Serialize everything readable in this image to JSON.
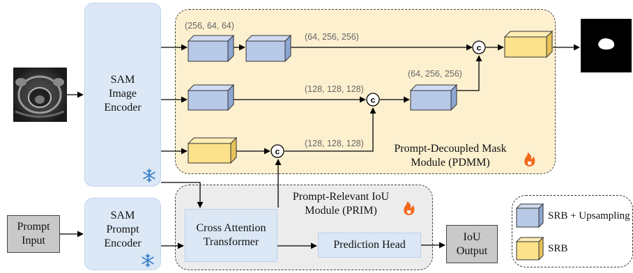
{
  "sam_image_encoder": {
    "line1": "SAM",
    "line2": "Image",
    "line3": "Encoder"
  },
  "sam_prompt_encoder": {
    "line1": "SAM",
    "line2": "Prompt",
    "line3": "Encoder"
  },
  "prompt_input": {
    "line1": "Prompt",
    "line2": "Input"
  },
  "cross_attention": {
    "line1": "Cross Attention",
    "line2": "Transformer"
  },
  "prediction_head": {
    "label": "Prediction Head"
  },
  "iou_output": {
    "line1": "IoU",
    "line2": "Output"
  },
  "pdmm": {
    "line1": "Prompt-Decoupled Mask",
    "line2": "Module (PDMM)"
  },
  "prim": {
    "line1": "Prompt-Relevant IoU",
    "line2": "Module (PRIM)"
  },
  "dims": {
    "top_in": "(256, 64, 64)",
    "top_out": "(64, 256, 256)",
    "mid": "(128, 128, 128)",
    "mid_up": "(64, 256, 256)",
    "bottom": "(128, 128, 128)"
  },
  "concat_symbol": "c",
  "legend": {
    "srb_up": "SRB + Upsampling",
    "srb": "SRB"
  },
  "colors": {
    "blue_block": "#b8c9e8",
    "yellow_block": "#fce28a",
    "encoder_panel": "#dce8f6",
    "pdmm_bg": "#fdf0cf",
    "prim_bg": "#ececec",
    "flame": "#f06a1a",
    "snowflake": "#3d83c8"
  },
  "icons": {
    "frozen": "snowflake-icon",
    "trainable": "flame-icon"
  }
}
